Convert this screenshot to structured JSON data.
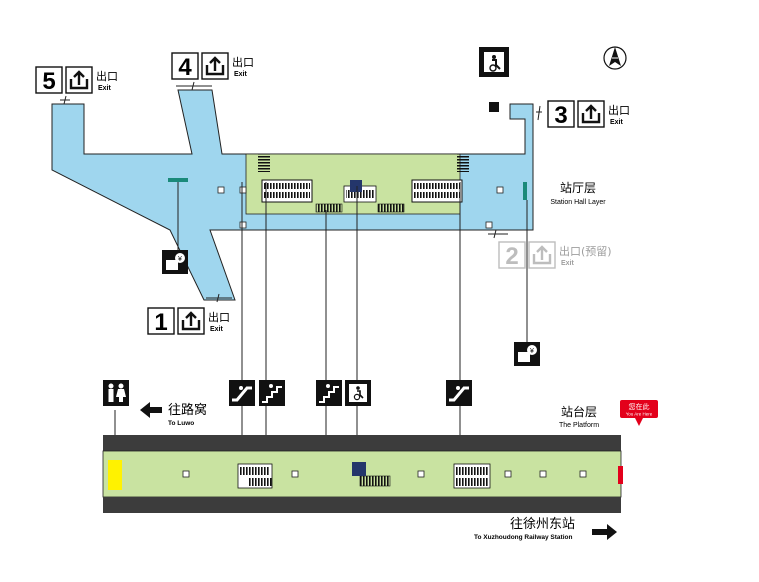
{
  "exits": {
    "e1": {
      "number": "1",
      "cn": "出口",
      "en": "Exit"
    },
    "e2": {
      "number": "2",
      "cn": "出口(预留)",
      "en": "Exit"
    },
    "e3": {
      "number": "3",
      "cn": "出口",
      "en": "Exit"
    },
    "e4": {
      "number": "4",
      "cn": "出口",
      "en": "Exit"
    },
    "e5": {
      "number": "5",
      "cn": "出口",
      "en": "Exit"
    }
  },
  "levels": {
    "hall": {
      "cn": "站厅层",
      "en": "Station Hall Layer"
    },
    "platform": {
      "cn": "站台层",
      "en": "The Platform"
    }
  },
  "directions": {
    "left": {
      "cn": "往路窝",
      "en": "To Luwo"
    },
    "right": {
      "cn": "往徐州东站",
      "en": "To Xuzhoudong Railway Station"
    }
  },
  "you_are_here": {
    "cn": "您在此",
    "en": "You Are Here"
  },
  "icons": [
    "north-arrow-icon",
    "elevator-icon",
    "ticket-machine-icon",
    "escalator-icon",
    "stairs-icon",
    "toilet-icon",
    "exit-arrow-icon"
  ],
  "colors": {
    "concourse": "#9fd6ee",
    "paid_area": "#c9e3a1",
    "platform": "#c9e3a1",
    "track": "#3c3c3c",
    "you_are_here": "#e3001b",
    "toilet_highlight": "#fff200",
    "gate": "#1a8a7a"
  }
}
